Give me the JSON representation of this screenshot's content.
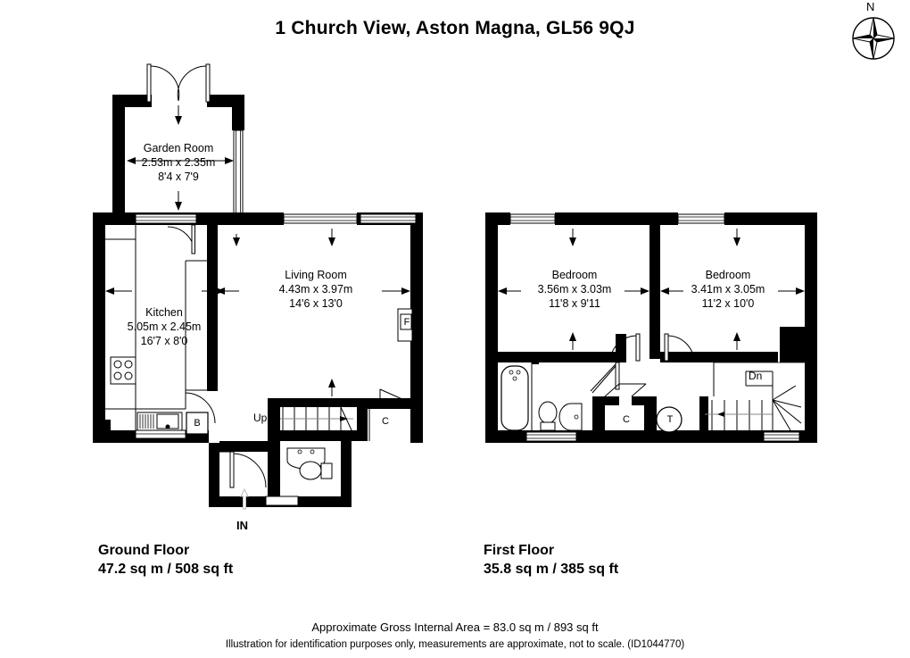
{
  "title": "1 Church View, Aston Magna, GL56 9QJ",
  "compass": {
    "north_label": "N",
    "icon": "compass-rose-icon"
  },
  "floors": [
    {
      "id": "ground",
      "name": "Ground Floor",
      "area": "47.2 sq m / 508 sq ft",
      "rooms": [
        {
          "id": "garden-room",
          "name": "Garden Room",
          "metric": "2.53m x 2.35m",
          "imperial": "8'4 x 7'9"
        },
        {
          "id": "kitchen",
          "name": "Kitchen",
          "metric": "5.05m x 2.45m",
          "imperial": "16'7 x 8'0"
        },
        {
          "id": "living-room",
          "name": "Living Room",
          "metric": "4.43m x 3.97m",
          "imperial": "14'6 x 13'0"
        }
      ],
      "markers": [
        {
          "id": "stairs-up",
          "label": "Up"
        },
        {
          "id": "boiler",
          "label": "B"
        },
        {
          "id": "cupboard",
          "label": "C"
        },
        {
          "id": "fridge",
          "label": "F"
        },
        {
          "id": "entrance",
          "label": "IN"
        }
      ]
    },
    {
      "id": "first",
      "name": "First Floor",
      "area": "35.8 sq m / 385 sq ft",
      "rooms": [
        {
          "id": "bedroom-1",
          "name": "Bedroom",
          "metric": "3.56m x 3.03m",
          "imperial": "11'8 x 9'11"
        },
        {
          "id": "bedroom-2",
          "name": "Bedroom",
          "metric": "3.41m x 3.05m",
          "imperial": "11'2 x 10'0"
        }
      ],
      "markers": [
        {
          "id": "stairs-down",
          "label": "Dn"
        },
        {
          "id": "cupboard",
          "label": "C"
        },
        {
          "id": "tank",
          "label": "T"
        }
      ]
    }
  ],
  "footer": {
    "gross_internal_area": "Approximate Gross Internal Area = 83.0 sq m / 893 sq ft",
    "disclaimer": "Illustration for identification purposes only, measurements are approximate, not to scale. (ID1044770)"
  },
  "colors": {
    "wall": "#000000",
    "background": "#ffffff",
    "thin_line": "#555555",
    "text": "#000000"
  }
}
